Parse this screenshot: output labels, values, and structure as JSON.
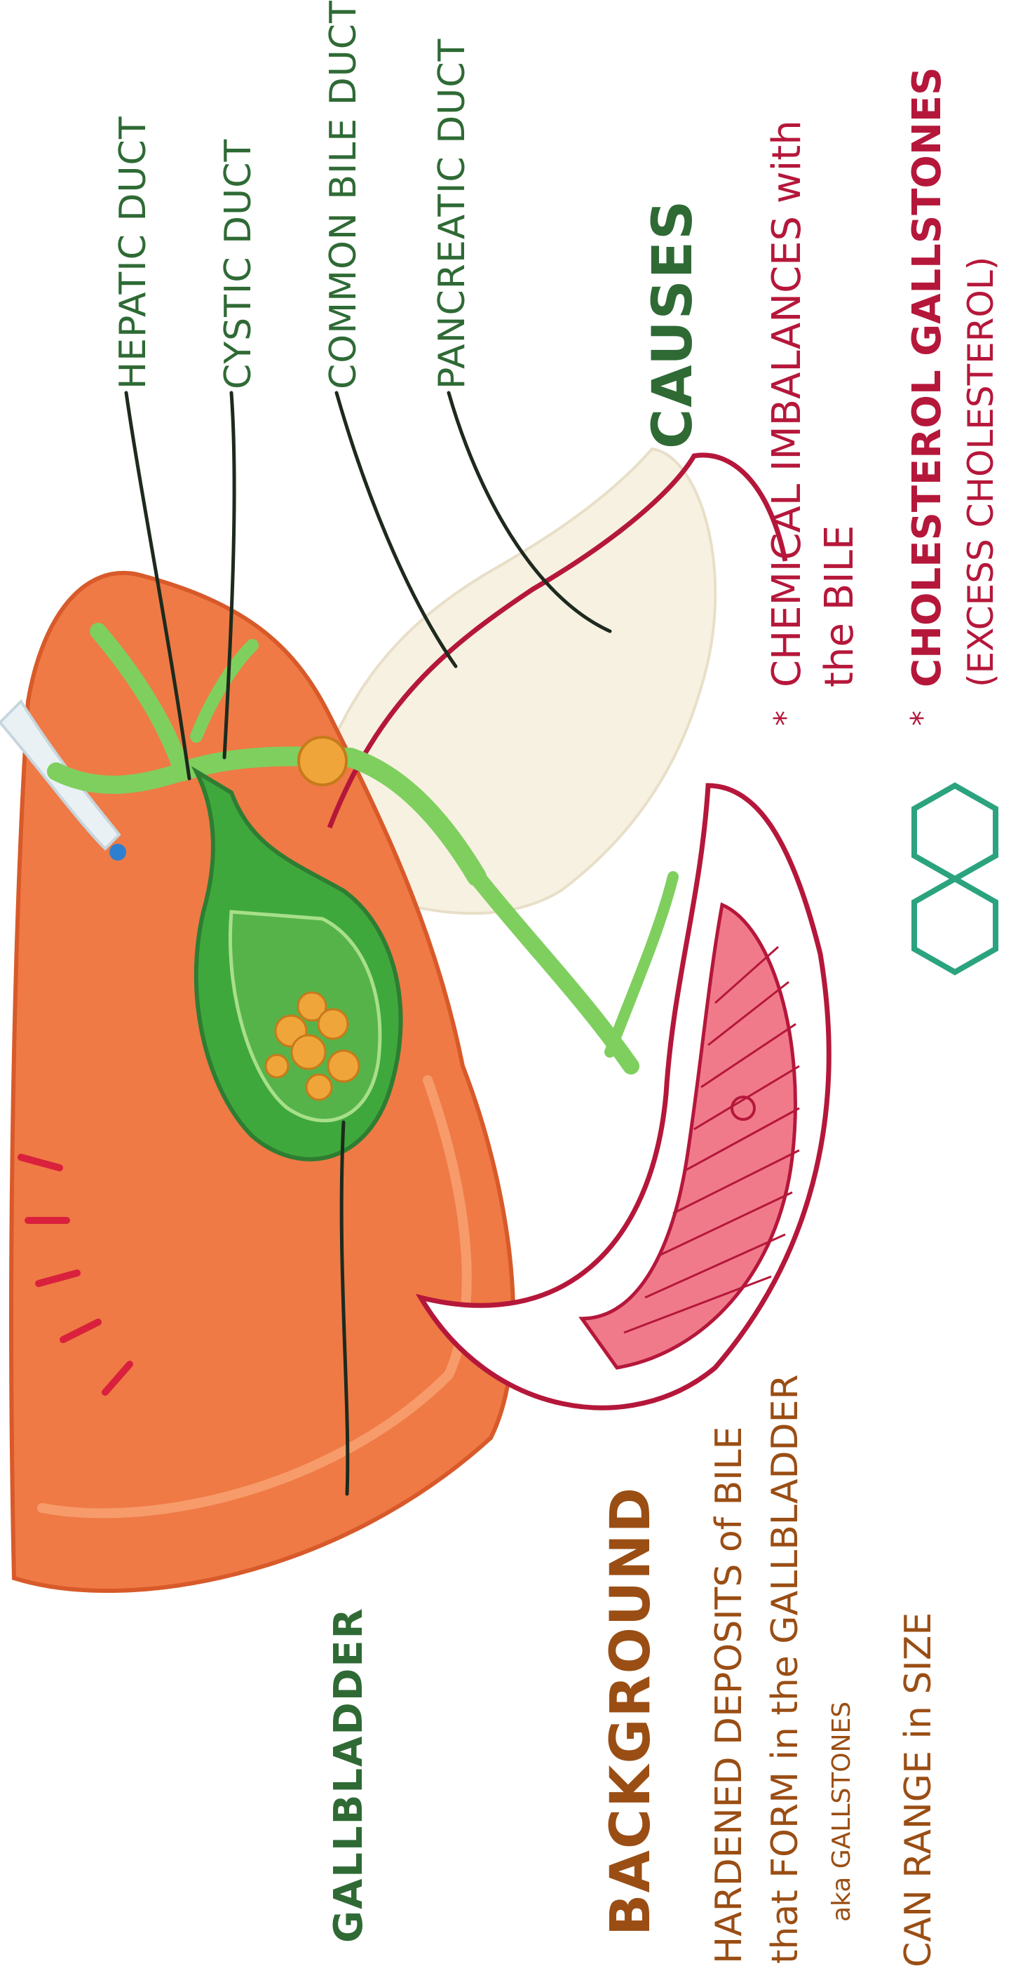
{
  "diagram": {
    "structure_labels": {
      "hepatic_duct": "HEPATIC DUCT",
      "cystic_duct": "CYSTIC DUCT",
      "common_bile_duct": "COMMON BILE DUCT",
      "pancreatic_duct": "PANCREATIC DUCT",
      "gallbladder": "GALLBLADDER"
    },
    "colors": {
      "liver": "#ef7a45",
      "liver_shadow": "#d85a2a",
      "gallbladder": "#3fa83c",
      "duct": "#7fcf5f",
      "stone": "#f0a53a",
      "duodenum_outline": "#b5173a",
      "duodenum_fill": "#f07a8a",
      "pancreas": "#f7f1e2",
      "hexagon": "#2ba37f",
      "label_line": "#1d2a1d"
    }
  },
  "background": {
    "heading": "BACKGROUND",
    "line1": "HARDENED DEPOSITS of BILE",
    "line2": "that FORM in the GALLBLADDER",
    "line3": "aka GALLSTONES",
    "line4": "CAN RANGE in SIZE"
  },
  "causes": {
    "heading": "CAUSES",
    "bullet_symbol": "*",
    "item1_line1": "CHEMICAL IMBALANCES with",
    "item1_line2": "the BILE",
    "item2_line1": "CHOLESTEROL GALLSTONES",
    "item2_line2": "(EXCESS CHOLESTEROL)"
  }
}
